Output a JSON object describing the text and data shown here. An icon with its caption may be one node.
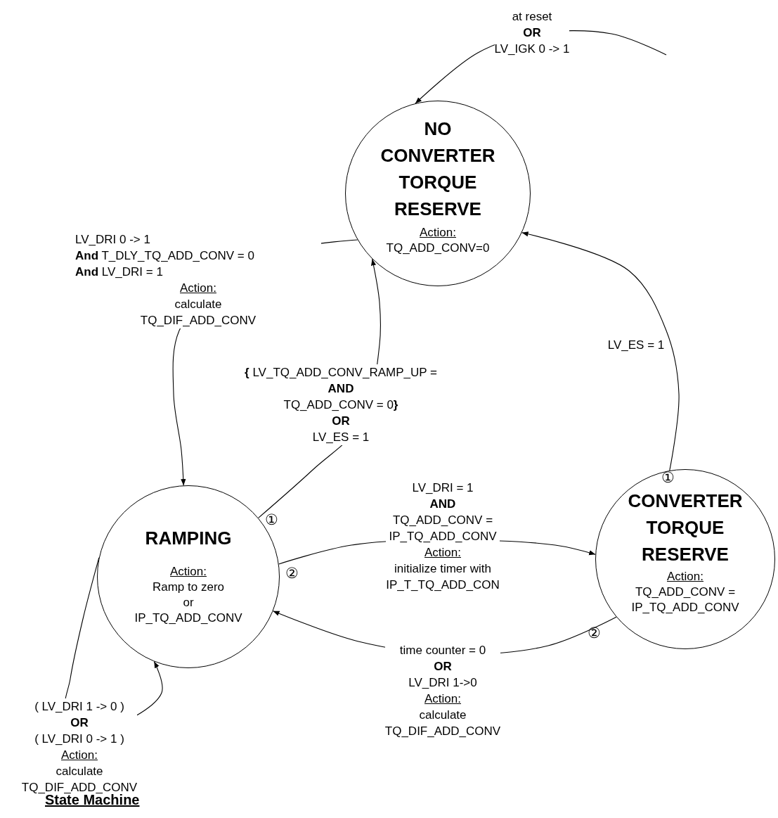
{
  "diagram": {
    "caption": "State Machine",
    "nodes": [
      {
        "text": [
          "NO CONVERTER TORQUE RESERVE",
          "Action:",
          "TQ_ADD_CONV=0"
        ]
      },
      {
        "text": [
          "RAMPING",
          "Action:",
          "Ramp to zero or IP_TQ_ADD_CONV"
        ]
      },
      {
        "text": [
          "CONVERTER TORQUE RESERVE",
          "Action:",
          "TQ_ADD_CONV = IP_TQ_ADD_CONV"
        ]
      }
    ],
    "edges": [
      {
        "from": null,
        "to": 0,
        "arrow": "to",
        "label": "at reset **OR** LV_IGK 0 -> 1"
      },
      {
        "from": 0,
        "to": 1,
        "arrow": "to",
        "label": "LV_DRI 0 -> 1 **And** T_DLY_TQ_ADD_CONV = 0 **And** LV_DRI = 1 Action: calculate TQ_DIF_ADD_CONV"
      },
      {
        "from": 1,
        "to": 0,
        "arrow": "to",
        "label": "**{** LV_TQ_ADD_CONV_RAMP_UP = **AND** TQ_ADD_CONV = 0**}** **OR** LV_ES = 1"
      },
      {
        "from": 2,
        "to": 0,
        "arrow": "to",
        "label": "LV_ES = 1"
      },
      {
        "from": 1,
        "to": 2,
        "arrow": "to",
        "label": "LV_DRI = 1 **AND** TQ_ADD_CONV = IP_TQ_ADD_CONV Action: initialize timer with IP_T_TQ_ADD_CON"
      },
      {
        "from": 2,
        "to": 1,
        "arrow": "to",
        "label": "time counter = 0 **OR** LV_DRI 1->0 Action: calculate TQ_DIF_ADD_CONV"
      },
      {
        "from": 1,
        "to": 1,
        "arrow": "to",
        "label": "( LV_DRI 1 -> 0 ) **OR** ( LV_DRI 0 -> 1 ) Action: calculate TQ_DIF_ADD_CONV"
      }
    ],
    "labels": [
      "①",
      "①",
      "②",
      "②"
    ]
  }
}
